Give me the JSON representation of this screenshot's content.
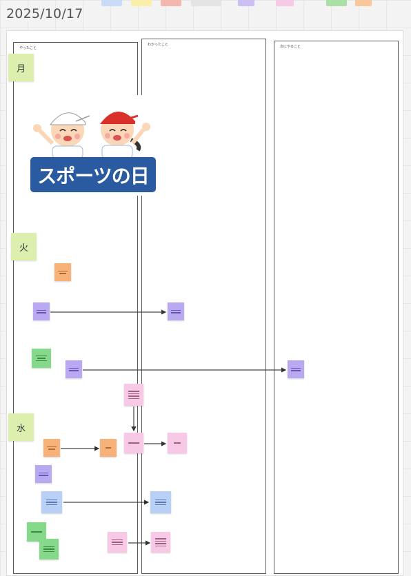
{
  "header": {
    "date": "2025/10/17"
  },
  "toolbar_swatches": [
    "#c9dcf7",
    "#fbeea8",
    "#f6b6b0",
    "#e4e4e4",
    "#cbbff3",
    "#f6c9e6",
    "#a8e0a8",
    "#f8c79a"
  ],
  "columns": [
    {
      "title": "やったこと"
    },
    {
      "title": "わかったこと"
    },
    {
      "title": "次にやること"
    }
  ],
  "days": [
    {
      "label": "月"
    },
    {
      "label": "火"
    },
    {
      "label": "水"
    }
  ],
  "illustration": {
    "banner_text": "スポーツの日"
  },
  "colors": {
    "orange": "#f7b27a",
    "purple": "#b9a9f0",
    "green": "#86d98a",
    "pink": "#f8c9e6",
    "blue": "#b8cff6",
    "day": "#dcefae",
    "banner": "#2a5aa0"
  }
}
